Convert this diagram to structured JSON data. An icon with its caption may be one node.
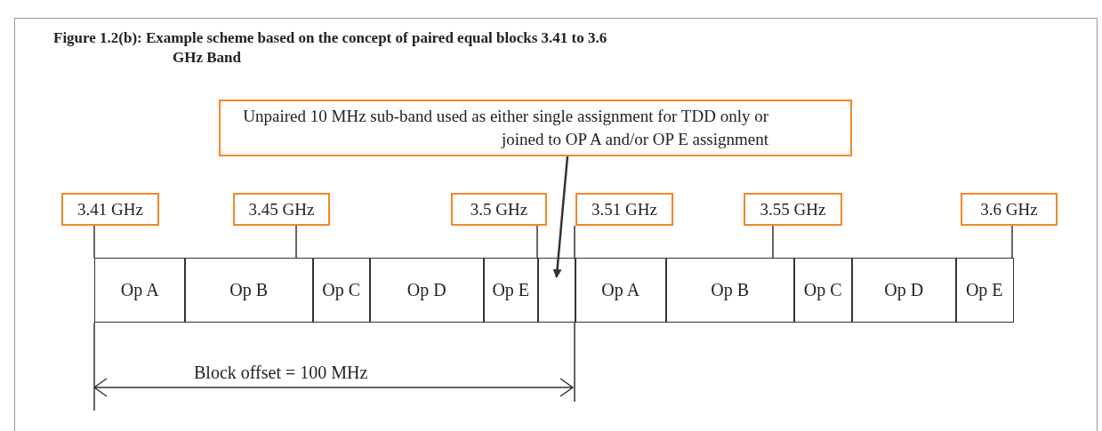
{
  "diagram": {
    "title": "Figure 1.2(b): Example scheme based on the concept of paired equal blocks 3.41 to 3.6 GHz Band",
    "nodes": [
      {
        "text": [
          "Unpaired 10 MHz sub-band used as either single assignment for TDD only or joined to OP A and/or OP E assignment"
        ]
      },
      {
        "text": [
          "3.41 GHz"
        ]
      },
      {
        "text": [
          "3.45 GHz"
        ]
      },
      {
        "text": [
          "3.5 GHz"
        ]
      },
      {
        "text": [
          "3.51 GHz"
        ]
      },
      {
        "text": [
          "3.55 GHz"
        ]
      },
      {
        "text": [
          "3.6 GHz"
        ]
      },
      {
        "text": [
          "Op A"
        ]
      },
      {
        "text": [
          "Op B"
        ]
      },
      {
        "text": [
          "Op C"
        ]
      },
      {
        "text": [
          "Op D"
        ]
      },
      {
        "text": [
          "Op E"
        ]
      },
      {
        "text": [],
        "shape": "box"
      },
      {
        "text": [
          "Op A"
        ]
      },
      {
        "text": [
          "Op B"
        ]
      },
      {
        "text": [
          "Op C"
        ]
      },
      {
        "text": [
          "Op D"
        ]
      },
      {
        "text": [
          "Op E"
        ]
      }
    ],
    "edges": [
      {
        "from": 0,
        "to": 12,
        "arrow": "to"
      },
      {
        "from": 1,
        "to": 7,
        "arrow": "none"
      },
      {
        "from": 2,
        "to": 8,
        "arrow": "none"
      },
      {
        "from": 3,
        "to": 12,
        "arrow": "none"
      },
      {
        "from": 4,
        "to": 12,
        "arrow": "none"
      },
      {
        "from": 5,
        "to": 14,
        "arrow": "none"
      },
      {
        "from": 6,
        "to": 17,
        "arrow": "none"
      }
    ],
    "labels": [
      "Block offset = 100 MHz"
    ]
  }
}
